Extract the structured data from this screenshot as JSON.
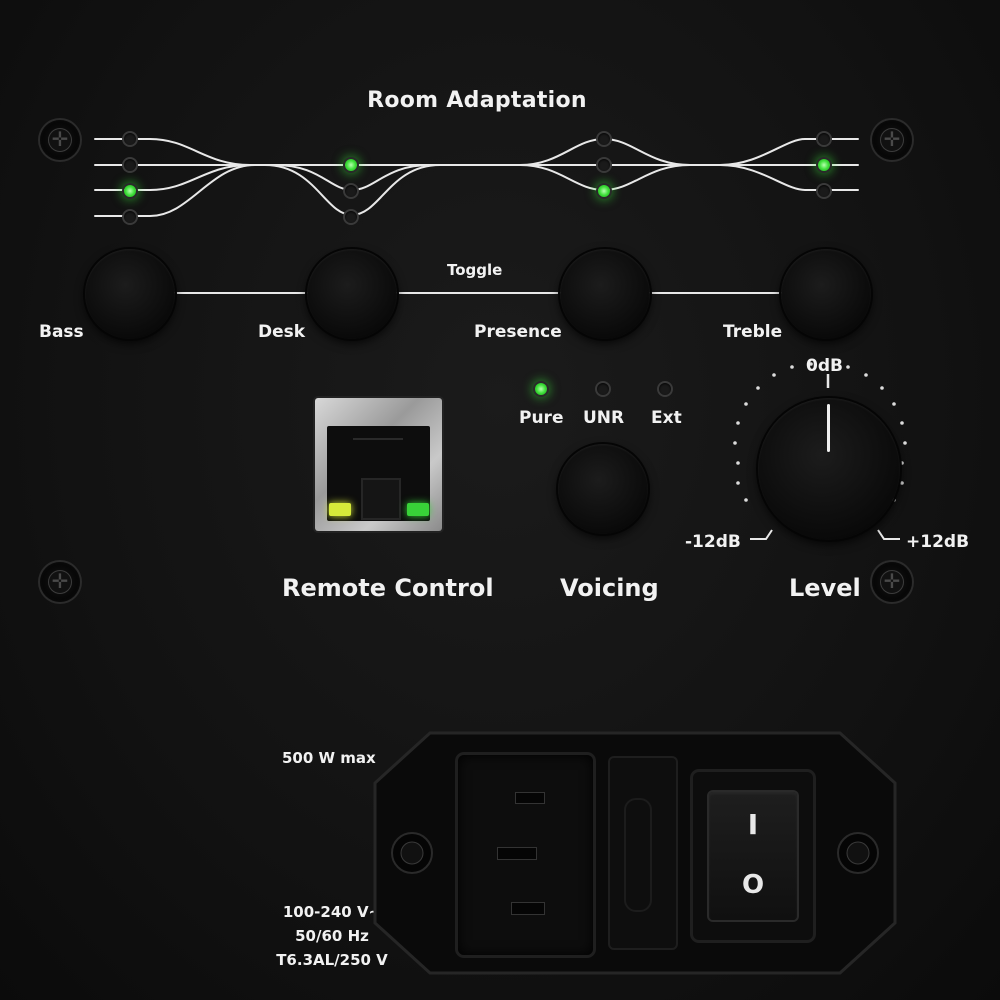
{
  "room_adaptation": {
    "title": "Room Adaptation",
    "toggle_label": "Toggle",
    "controls": [
      {
        "label": "Bass",
        "active_led": 3
      },
      {
        "label": "Desk",
        "active_led": 1
      },
      {
        "label": "Presence",
        "active_led": 3
      },
      {
        "label": "Treble",
        "active_led": 2
      }
    ]
  },
  "remote_control": {
    "label": "Remote Control"
  },
  "voicing": {
    "label": "Voicing",
    "modes": [
      {
        "label": "Pure",
        "active": true
      },
      {
        "label": "UNR",
        "active": false
      },
      {
        "label": "Ext",
        "active": false
      }
    ]
  },
  "level": {
    "label": "Level",
    "center_label": "0dB",
    "min_label": "-12dB",
    "max_label": "+12dB",
    "value_db": 0
  },
  "power": {
    "max_label": "500 W max",
    "spec_lines": [
      "100-240 V~",
      "50/60 Hz",
      "T6.3AL/250 V"
    ],
    "switch_on_symbol": "I",
    "switch_off_symbol": "O"
  },
  "colors": {
    "led_on": "#3fe03a",
    "panel": "#121212",
    "text": "#f2f2f2"
  }
}
